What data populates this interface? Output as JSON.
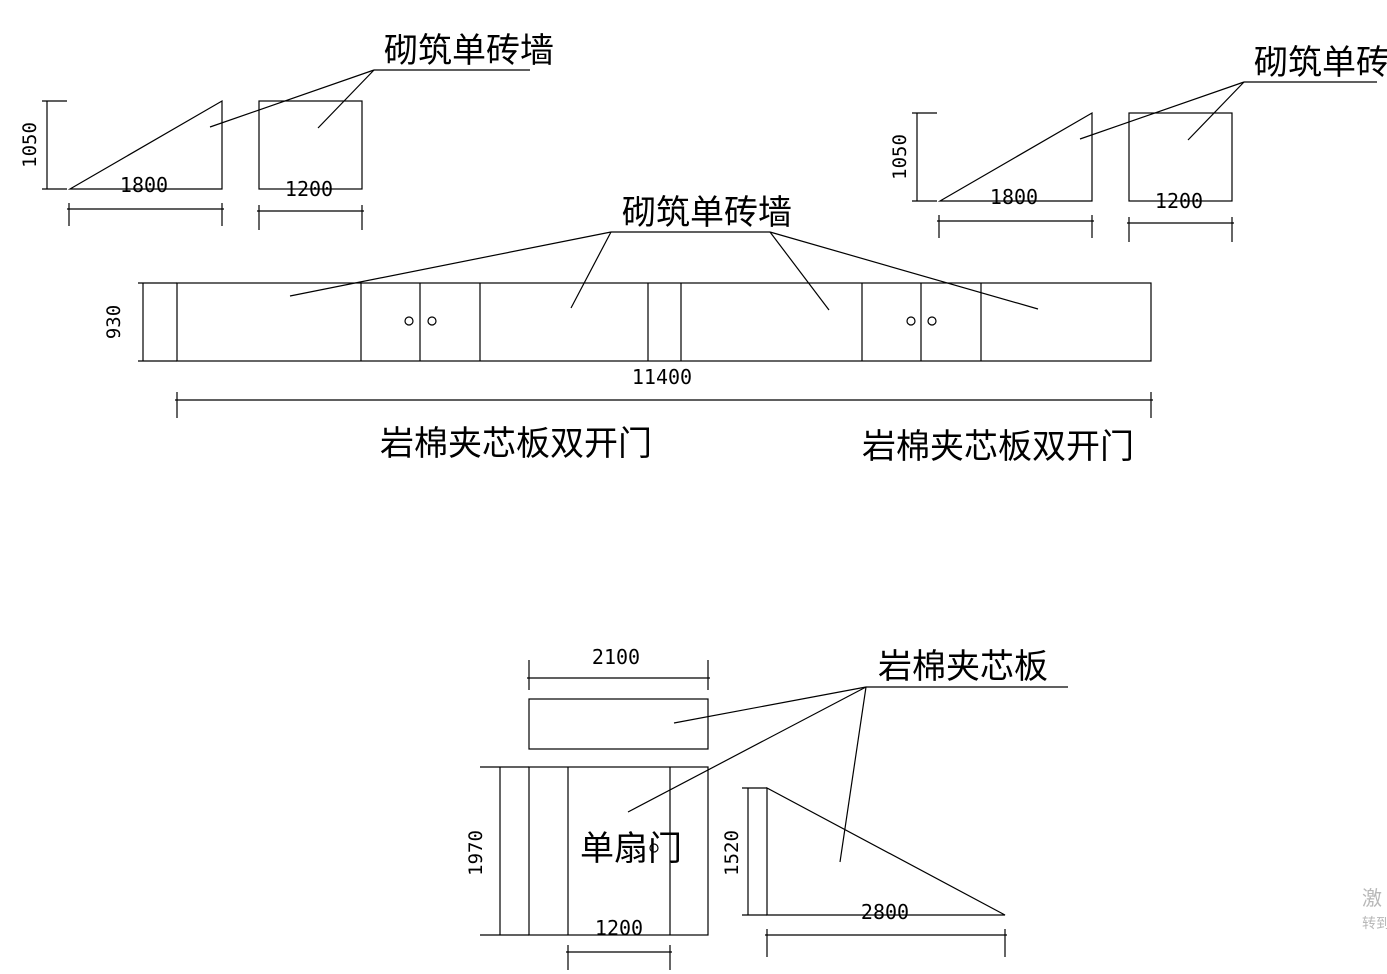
{
  "labels": {
    "brick_wall": "砌筑单砖墙",
    "double_door": "岩棉夹芯板双开门",
    "sandwich_panel": "岩棉夹芯板",
    "single_door": "单扇门"
  },
  "dimensions": {
    "d1050": "1050",
    "d1800": "1800",
    "d1200": "1200",
    "d930": "930",
    "d11400": "11400",
    "d2100": "2100",
    "d1970": "1970",
    "d1520": "1520",
    "d2800": "2800"
  },
  "watermark": {
    "line1": "激",
    "line2": "转到"
  }
}
